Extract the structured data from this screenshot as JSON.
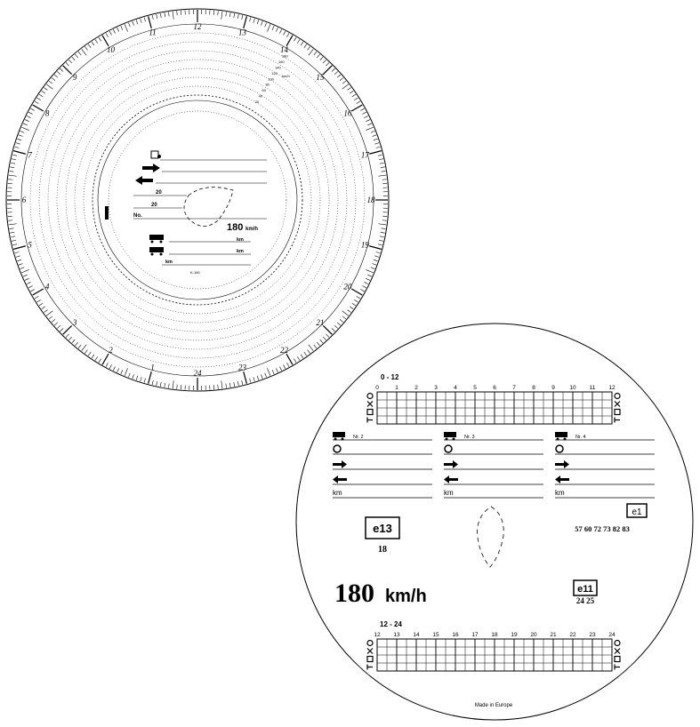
{
  "front_disc": {
    "hour_labels": [
      "24",
      "1",
      "2",
      "3",
      "4",
      "5",
      "6",
      "7",
      "8",
      "9",
      "10",
      "11",
      "12",
      "13",
      "14",
      "15",
      "16",
      "17",
      "18",
      "19",
      "20",
      "21",
      "22",
      "23"
    ],
    "speed_ticks": [
      "20",
      "40",
      "60",
      "80",
      "100",
      "120",
      "140",
      "160",
      "180"
    ],
    "speed_unit_small": "km/h",
    "center": {
      "field_20a": "20",
      "field_20b": "20",
      "no_label": "No.",
      "speed": "180",
      "speed_unit": "km/h",
      "km_a": "km",
      "km_b": "km",
      "km_c": "km",
      "model": "K-180"
    }
  },
  "back_disc": {
    "top_range": "0 - 12",
    "top_hours": [
      "0",
      "1",
      "2",
      "3",
      "4",
      "5",
      "6",
      "7",
      "8",
      "9",
      "10",
      "11",
      "12"
    ],
    "bottom_range": "12 - 24",
    "bottom_hours": [
      "12",
      "13",
      "14",
      "15",
      "16",
      "17",
      "18",
      "19",
      "20",
      "21",
      "22",
      "23",
      "24"
    ],
    "vehicles": [
      {
        "label": "Nr. 2",
        "km": "km"
      },
      {
        "label": "Nr. 3",
        "km": "km"
      },
      {
        "label": "Nr. 4",
        "km": "km"
      }
    ],
    "e1_mark": "e1",
    "e1_numbers": "57 60 72 73 82 83",
    "e13_mark": "e13",
    "e13_number": "18",
    "e11_mark": "e11",
    "e11_numbers": "24 25",
    "speed": "180",
    "speed_unit": "km/h",
    "made_in": "Made in Europe"
  }
}
